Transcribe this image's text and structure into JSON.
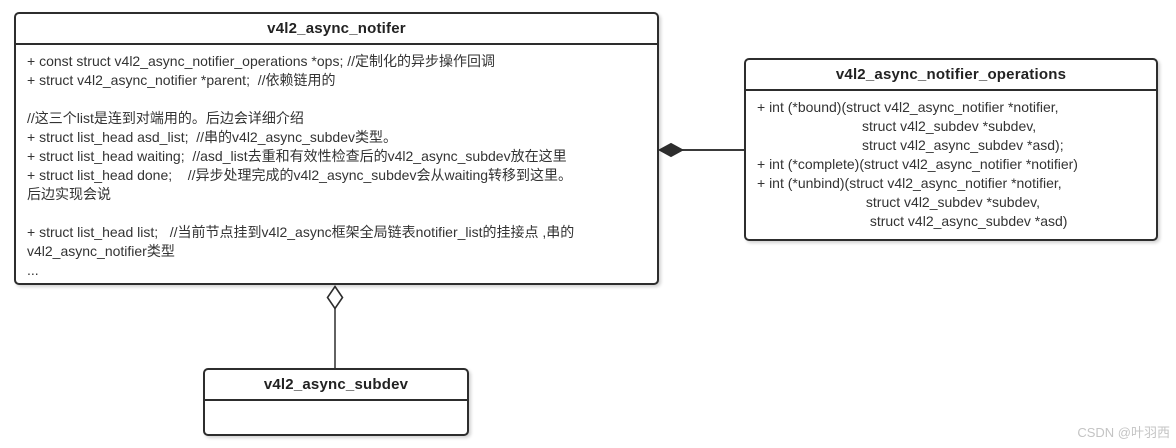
{
  "diagram": {
    "classes": [
      {
        "id": "notifer",
        "title": "v4l2_async_notifer",
        "lines": [
          "+ const struct v4l2_async_notifier_operations *ops; //定制化的异步操作回调",
          "+ struct v4l2_async_notifier *parent;  //依赖链用的",
          "",
          "//这三个list是连到对端用的。后边会详细介绍",
          "+ struct list_head asd_list;  //串的v4l2_async_subdev类型。",
          "+ struct list_head waiting;  //asd_list去重和有效性检查后的v4l2_async_subdev放在这里",
          "+ struct list_head done;    //异步处理完成的v4l2_async_subdev会从waiting转移到这里。",
          "后边实现会说",
          "",
          "+ struct list_head list;   //当前节点挂到v4l2_async框架全局链表notifier_list的挂接点 ,串的",
          "v4l2_async_notifier类型",
          "..."
        ]
      },
      {
        "id": "operations",
        "title": "v4l2_async_notifier_operations",
        "lines": [
          "+ int (*bound)(struct v4l2_async_notifier *notifier,",
          "                           struct v4l2_subdev *subdev,",
          "                           struct v4l2_async_subdev *asd);",
          "+ int (*complete)(struct v4l2_async_notifier *notifier)",
          "+ int (*unbind)(struct v4l2_async_notifier *notifier,",
          "                            struct v4l2_subdev *subdev,",
          "                             struct v4l2_async_subdev *asd)"
        ]
      },
      {
        "id": "subdev",
        "title": "v4l2_async_subdev",
        "lines": []
      }
    ],
    "connectors": [
      {
        "from": "v4l2_async_notifer",
        "to": "v4l2_async_notifier_operations",
        "diamond": "filled",
        "diamond_at": "v4l2_async_notifer"
      },
      {
        "from": "v4l2_async_notifer",
        "to": "v4l2_async_subdev",
        "diamond": "hollow",
        "diamond_at": "v4l2_async_notifer"
      }
    ],
    "colors": {
      "border": "#2d2d2d",
      "text": "#333333",
      "background": "#ffffff",
      "filled_diamond": "#2d2d2d",
      "watermark": "#c4c4c4"
    }
  },
  "watermark": {
    "text": "CSDN @叶羽西"
  }
}
